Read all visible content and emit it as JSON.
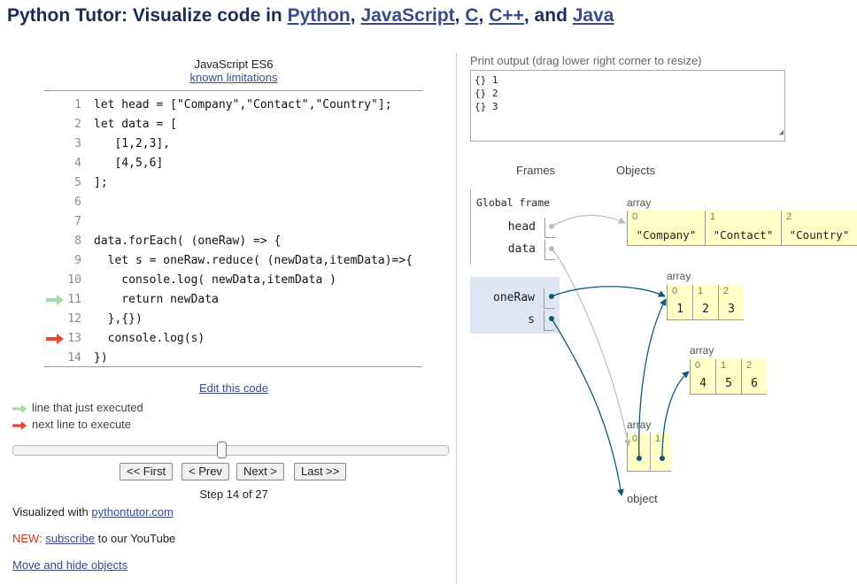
{
  "header": {
    "prefix": "Python Tutor: Visualize code in ",
    "langs": [
      "Python",
      "JavaScript",
      "C",
      "C++"
    ],
    "seps": [
      ", ",
      ", ",
      ", ",
      ", and "
    ],
    "last_lang": "Java"
  },
  "editor": {
    "language": "JavaScript ES6",
    "known_limitations": "known limitations",
    "lines": [
      {
        "num": "1",
        "text": "let head = [\"Company\",\"Contact\",\"Country\"];"
      },
      {
        "num": "2",
        "text": "let data = ["
      },
      {
        "num": "3",
        "text": "   [1,2,3],"
      },
      {
        "num": "4",
        "text": "   [4,5,6]"
      },
      {
        "num": "5",
        "text": "];"
      },
      {
        "num": "6",
        "text": ""
      },
      {
        "num": "7",
        "text": ""
      },
      {
        "num": "8",
        "text": "data.forEach( (oneRaw) => {"
      },
      {
        "num": "9",
        "text": "  let s = oneRaw.reduce( (newData,itemData)=>{"
      },
      {
        "num": "10",
        "text": "    console.log( newData,itemData )"
      },
      {
        "num": "11",
        "text": "    return newData"
      },
      {
        "num": "12",
        "text": "  },{})"
      },
      {
        "num": "13",
        "text": "  console.log(s)"
      },
      {
        "num": "14",
        "text": "})"
      }
    ],
    "edit_link": "Edit this code"
  },
  "legend": {
    "just_executed": "line that just executed",
    "next_line": "next line to execute",
    "just_executed_color": "#a6dba6",
    "next_line_color": "#e8453c"
  },
  "navigation": {
    "first": "<< First",
    "prev": "< Prev",
    "next": "Next >",
    "last": "Last >>",
    "step": "Step 14 of 27",
    "progress": 0.48
  },
  "footer": {
    "visualized_with": "Visualized with ",
    "site": "pythontutor.com",
    "new_label": "NEW: ",
    "subscribe": "subscribe",
    "youtube": " to our YouTube",
    "move_hide": "Move and hide objects"
  },
  "output": {
    "label": "Print output (drag lower right corner to resize)",
    "lines": [
      "{} 1",
      "{} 2",
      "{} 3"
    ]
  },
  "viz": {
    "frames_header": "Frames",
    "objects_header": "Objects",
    "global_frame": "Global frame",
    "global_vars": [
      "head",
      "data"
    ],
    "local_vars": [
      "oneRaw",
      "s"
    ],
    "array_label": "array",
    "object_label": "object",
    "head_array": {
      "indices": [
        "0",
        "1",
        "2"
      ],
      "values": [
        "\"Company\"",
        "\"Contact\"",
        "\"Country\""
      ]
    },
    "array_a": {
      "indices": [
        "0",
        "1",
        "2"
      ],
      "values": [
        "1",
        "2",
        "3"
      ]
    },
    "array_b": {
      "indices": [
        "0",
        "1",
        "2"
      ],
      "values": [
        "4",
        "5",
        "6"
      ]
    },
    "data_array": {
      "indices": [
        "0",
        "1"
      ]
    }
  }
}
